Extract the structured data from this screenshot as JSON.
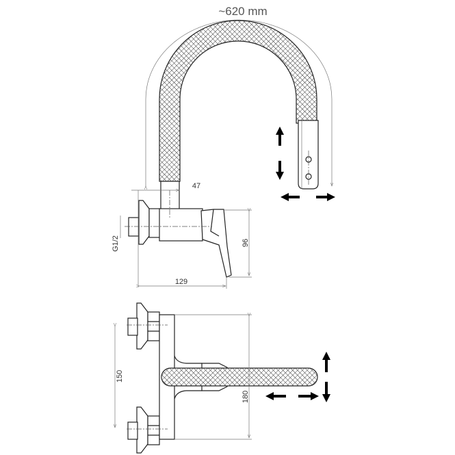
{
  "title": "Wall-mounted faucet with flexible spout – technical drawing",
  "dimensions": {
    "hose_length": "~620 mm",
    "offset": "47",
    "height": "96",
    "depth": "129",
    "thread": "G1/2",
    "spacing": "150",
    "body_height": "180"
  },
  "colors": {
    "line": "#222222",
    "dimension": "#777777",
    "arrow": "#000000"
  }
}
